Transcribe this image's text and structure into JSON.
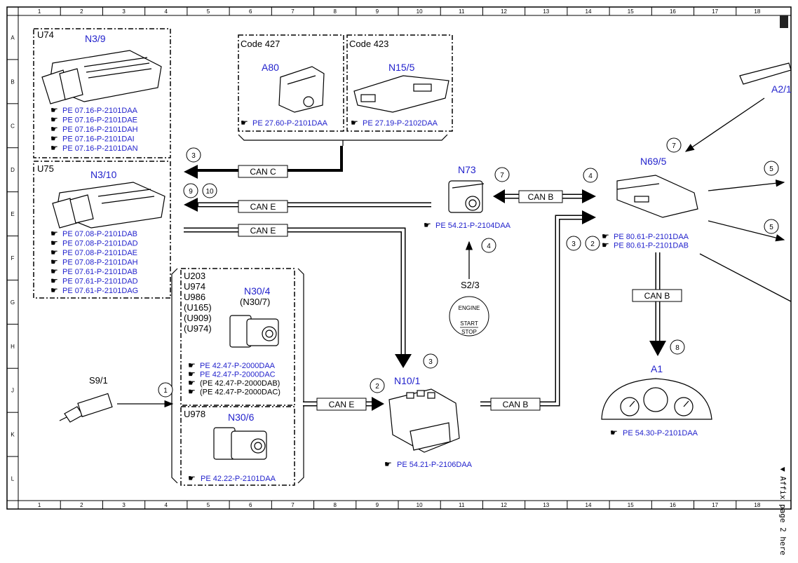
{
  "grid": {
    "columns": [
      "1",
      "2",
      "3",
      "4",
      "5",
      "6",
      "7",
      "8",
      "9",
      "10",
      "11",
      "12",
      "13",
      "14",
      "15",
      "16",
      "17",
      "18"
    ],
    "rows": [
      "A",
      "B",
      "C",
      "D",
      "E",
      "F",
      "G",
      "H",
      "J",
      "K",
      "L"
    ]
  },
  "colors": {
    "link": "#2222cc",
    "line": "#000000"
  },
  "components": {
    "u74": {
      "code": "U74",
      "name": "N3/9",
      "refs": [
        "PE 07.16-P-2101DAA",
        "PE 07.16-P-2101DAE",
        "PE 07.16-P-2101DAH",
        "PE 07.16-P-2101DAI",
        "PE 07.16-P-2101DAN"
      ]
    },
    "u75": {
      "code": "U75",
      "name": "N3/10",
      "refs": [
        "PE 07.08-P-2101DAB",
        "PE 07.08-P-2101DAD",
        "PE 07.08-P-2101DAE",
        "PE 07.08-P-2101DAH",
        "PE 07.61-P-2101DAB",
        "PE 07.61-P-2101DAD",
        "PE 07.61-P-2101DAG"
      ]
    },
    "a80": {
      "code": "Code 427",
      "name": "A80",
      "ref": "PE 27.60-P-2101DAA"
    },
    "n15_5": {
      "code": "Code 423",
      "name": "N15/5",
      "ref": "PE 27.19-P-2102DAA"
    },
    "n73": {
      "name": "N73",
      "ref": "PE 54.21-P-2104DAA"
    },
    "s2_3": {
      "name": "S2/3",
      "btn1": "ENGINE",
      "btn2": "START",
      "btn3": "STOP"
    },
    "n69_5": {
      "name": "N69/5",
      "refs": [
        "PE 80.61-P-2101DAA",
        "PE 80.61-P-2101DAB"
      ]
    },
    "a2_1": {
      "name": "A2/1"
    },
    "n30_4": {
      "codes": [
        "U203",
        "U974",
        "U986",
        "(U165)",
        "(U909)",
        "(U974)"
      ],
      "name": "N30/4",
      "alt": "(N30/7)",
      "refs": [
        "PE 42.47-P-2000DAA",
        "PE 42.47-P-2000DAC",
        "(PE 42.47-P-2000DAB)",
        "(PE 42.47-P-2000DAC)"
      ]
    },
    "n30_6": {
      "code": "U978",
      "name": "N30/6",
      "ref": "PE 42.22-P-2101DAA"
    },
    "s9_1": {
      "name": "S9/1"
    },
    "n10_1": {
      "name": "N10/1",
      "ref": "PE 54.21-P-2106DAA"
    },
    "a1": {
      "name": "A1",
      "ref": "PE 54.30-P-2101DAA"
    }
  },
  "buses": {
    "can_c": "CAN C",
    "can_e1": "CAN E",
    "can_e2": "CAN E",
    "can_e3": "CAN E",
    "can_b1": "CAN B",
    "can_b2": "CAN B",
    "can_b3": "CAN B"
  },
  "markers": {
    "m1": "1",
    "m2a": "2",
    "m2b": "2",
    "m3a": "3",
    "m3b": "3",
    "m3c": "3",
    "m4a": "4",
    "m4b": "4",
    "m5a": "5",
    "m5b": "5",
    "m7a": "7",
    "m7b": "7",
    "m8": "8",
    "m9": "9",
    "m10": "10"
  },
  "side_note": "▼ Affix page 2 here ▼"
}
